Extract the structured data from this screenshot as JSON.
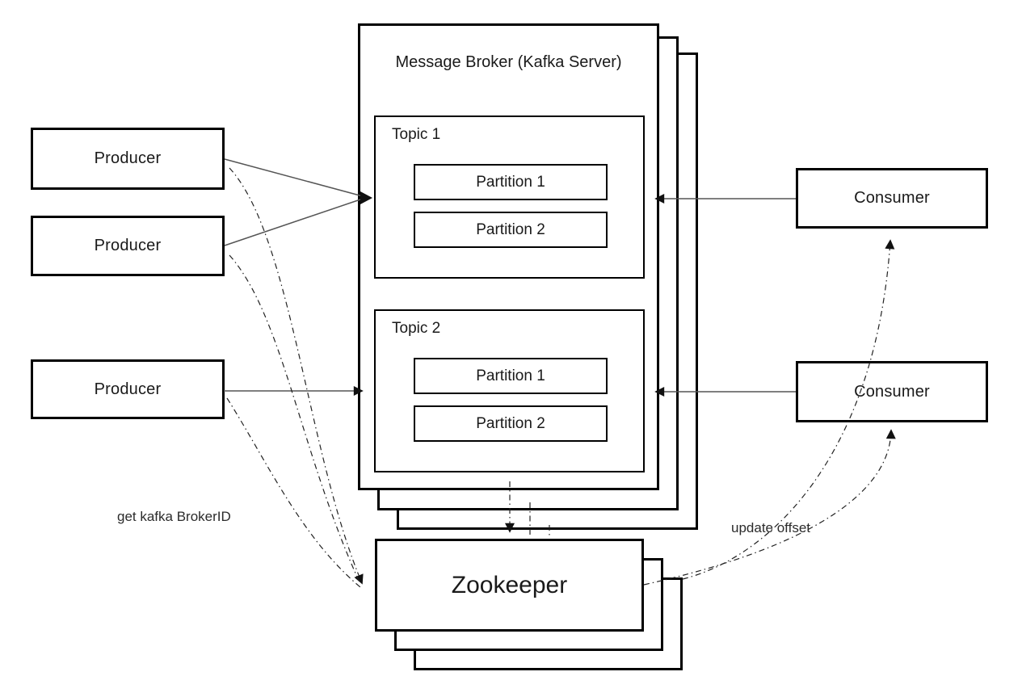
{
  "diagram": {
    "broker_title": "Message Broker (Kafka Server)",
    "producers": [
      "Producer",
      "Producer",
      "Producer"
    ],
    "consumers": [
      "Consumer",
      "Consumer"
    ],
    "topics": [
      {
        "label": "Topic 1",
        "partitions": [
          "Partition 1",
          "Partition 2"
        ]
      },
      {
        "label": "Topic 2",
        "partitions": [
          "Partition 1",
          "Partition 2"
        ]
      }
    ],
    "zookeeper_label": "Zookeeper",
    "edge_labels": {
      "get_broker_id": "get kafka BrokerID",
      "update_offset": "update offset"
    },
    "colors": {
      "background": "#ffffff",
      "box_border": "#000000",
      "text": "#1a1a1a",
      "solid_line": "#555555",
      "dashdot_line": "#222222",
      "arrowhead": "#111111"
    }
  }
}
